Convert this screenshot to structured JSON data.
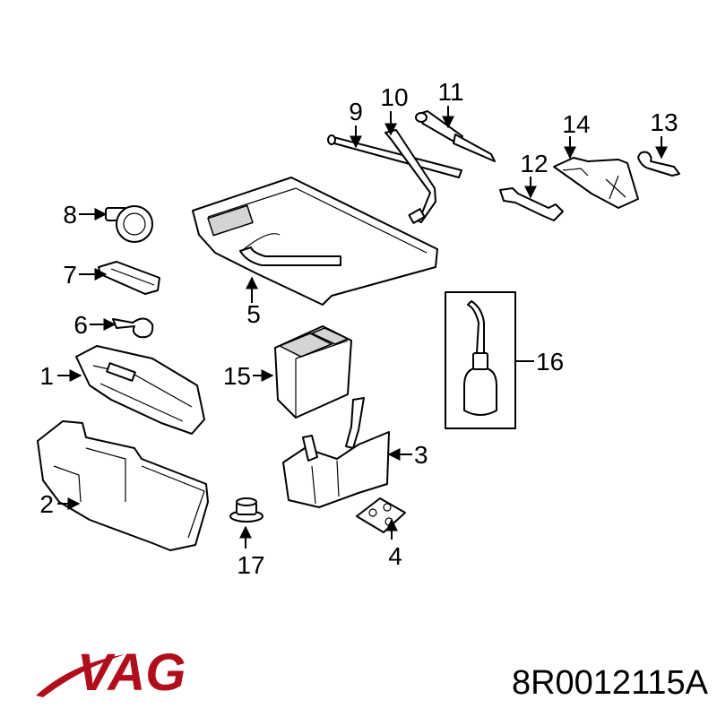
{
  "callouts": [
    "1",
    "2",
    "3",
    "4",
    "5",
    "6",
    "7",
    "8",
    "9",
    "10",
    "11",
    "12",
    "13",
    "14",
    "15",
    "16",
    "17"
  ],
  "brand": {
    "text": "VAG",
    "color": "#b10e1c"
  },
  "part_number": "8R0012115A"
}
